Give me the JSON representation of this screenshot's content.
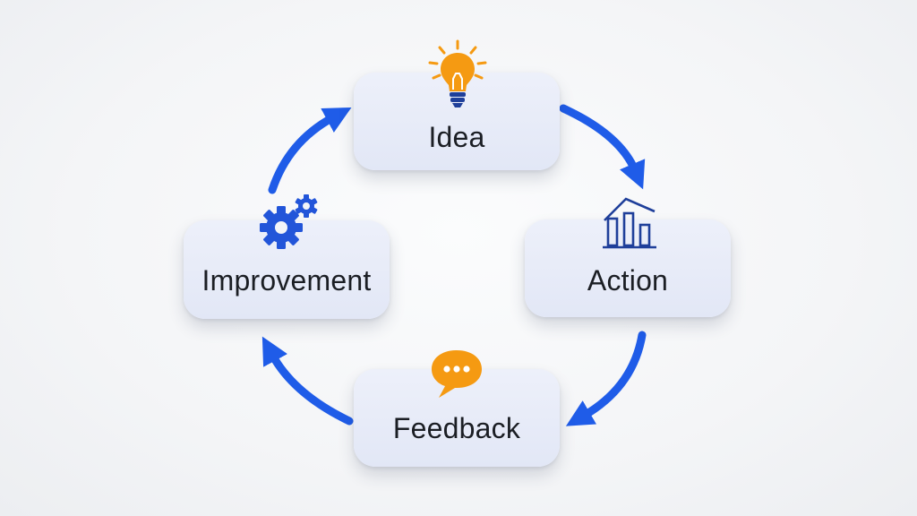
{
  "diagram": {
    "type": "cycle",
    "colors": {
      "arrow": "#1f5ce8",
      "node_fill": "#e7ebf7",
      "label": "#1b1e24",
      "icon_blue": "#2255d9",
      "icon_navy": "#1f3f9a",
      "icon_orange": "#f59a12"
    },
    "nodes": [
      {
        "id": "idea",
        "label": "Idea",
        "icon": "lightbulb-icon"
      },
      {
        "id": "action",
        "label": "Action",
        "icon": "bar-chart-icon"
      },
      {
        "id": "feedback",
        "label": "Feedback",
        "icon": "speech-bubble-icon"
      },
      {
        "id": "improvement",
        "label": "Improvement",
        "icon": "gears-icon"
      }
    ],
    "edges": [
      {
        "from": "idea",
        "to": "action"
      },
      {
        "from": "action",
        "to": "feedback"
      },
      {
        "from": "feedback",
        "to": "improvement"
      },
      {
        "from": "improvement",
        "to": "idea"
      }
    ]
  }
}
